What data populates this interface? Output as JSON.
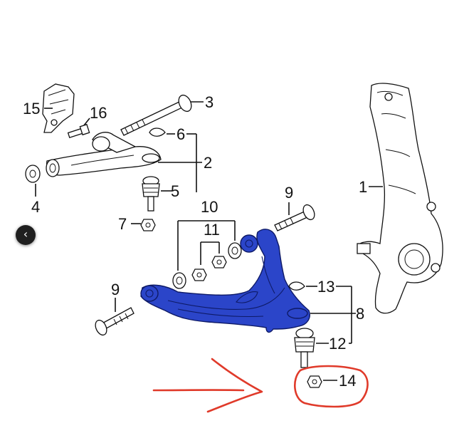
{
  "colors": {
    "highlight": "#2b45c9",
    "annotation": "#e03a2a",
    "ink": "#111111"
  },
  "labels": {
    "p1": "1",
    "p2": "2",
    "p3": "3",
    "p4": "4",
    "p5": "5",
    "p6": "6",
    "p7": "7",
    "p8": "8",
    "p9a": "9",
    "p9b": "9",
    "p10": "10",
    "p11": "11",
    "p12": "12",
    "p13": "13",
    "p14": "14",
    "p15": "15",
    "p16": "16"
  },
  "nav": {
    "back_glyph": "‹",
    "back_icon": "chevron-left-icon"
  }
}
